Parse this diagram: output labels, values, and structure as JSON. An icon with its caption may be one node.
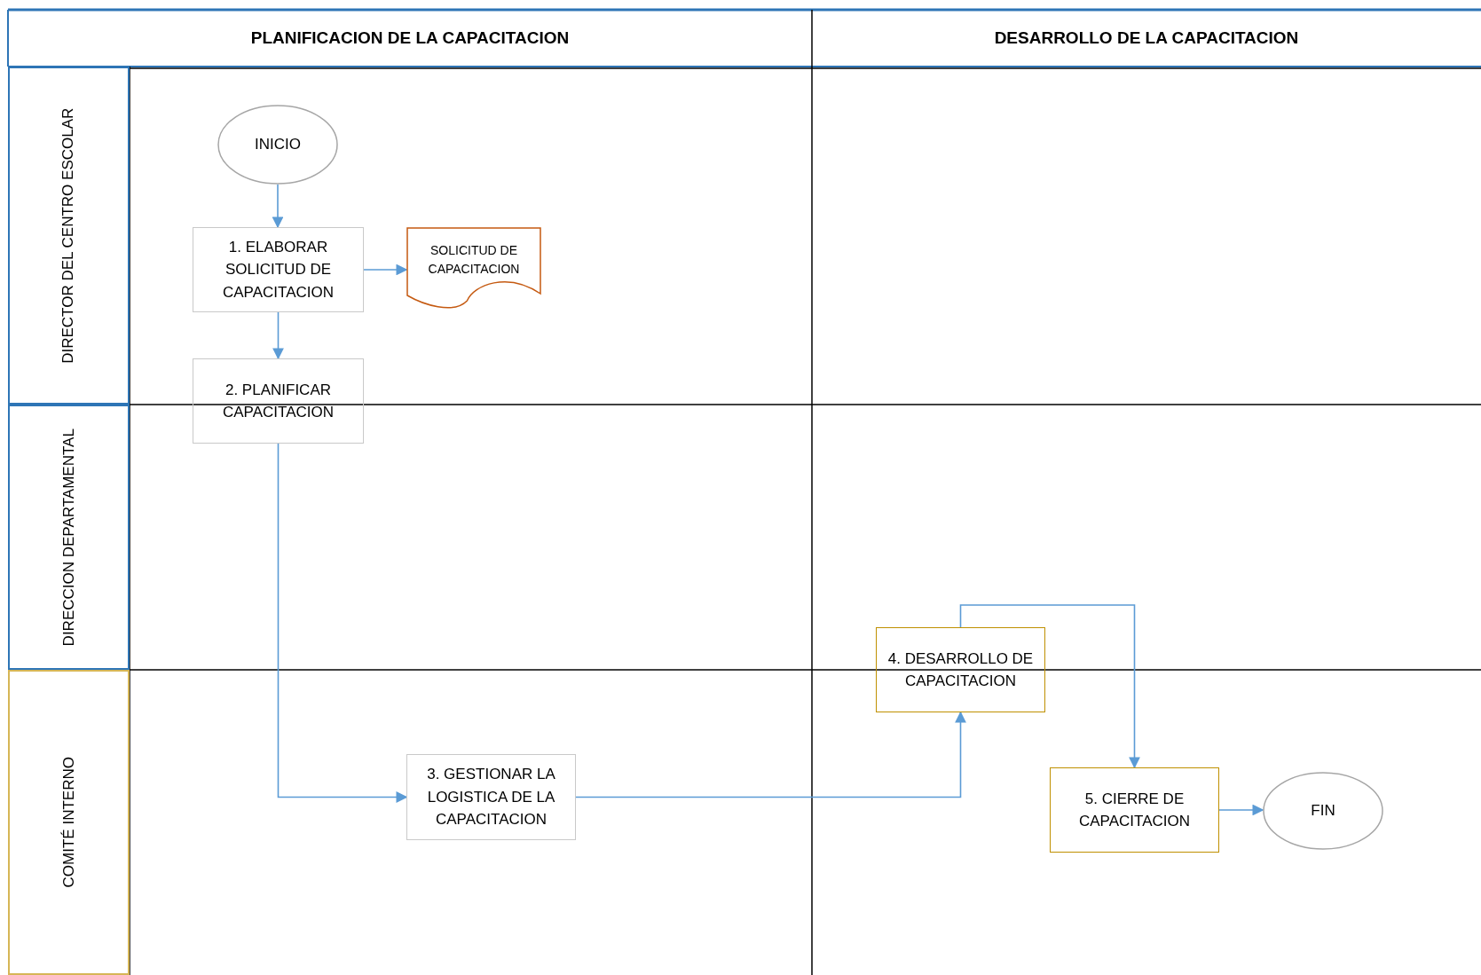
{
  "diagram": {
    "nodes": [
      {
        "text": [
          "PLANIFICACION DE LA CAPACITACION"
        ]
      },
      {
        "text": [
          "DESARROLLO DE LA CAPACITACION"
        ]
      },
      {
        "text": [
          "DIRECTOR DEL CENTRO ESCOLAR"
        ]
      },
      {
        "text": [
          "DIRECCION DEPARTAMENTAL"
        ]
      },
      {
        "text": [
          "COMITÉ INTERNO"
        ]
      },
      {
        "text": [
          "INICIO"
        ]
      },
      {
        "text": [
          "1. ELABORAR SOLICITUD DE CAPACITACION"
        ]
      },
      {
        "text": [
          "SOLICITUD DE CAPACITACION"
        ]
      },
      {
        "text": [
          "2. PLANIFICAR CAPACITACION"
        ]
      },
      {
        "text": [
          "3. GESTIONAR LA LOGISTICA DE LA CAPACITACION"
        ]
      },
      {
        "text": [
          "4. DESARROLLO DE CAPACITACION"
        ]
      },
      {
        "text": [
          "5. CIERRE DE CAPACITACION"
        ]
      },
      {
        "text": [
          "FIN"
        ]
      }
    ],
    "edges": [
      {
        "from": 5,
        "to": 6,
        "arrow": "to"
      },
      {
        "from": 6,
        "to": 7,
        "arrow": "to"
      },
      {
        "from": 6,
        "to": 8,
        "arrow": "to"
      },
      {
        "from": 8,
        "to": 9,
        "arrow": "to"
      },
      {
        "from": 9,
        "to": 10,
        "arrow": "to"
      },
      {
        "from": 10,
        "to": 11,
        "arrow": "to"
      },
      {
        "from": 11,
        "to": 12,
        "arrow": "to"
      }
    ]
  }
}
